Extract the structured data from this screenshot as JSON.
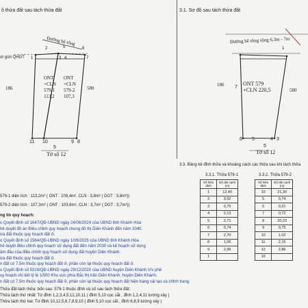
{
  "headers": {
    "left_title": "ồ thửa đất sau tách thửa đất",
    "right_title": "3.1. Sơ đồ sau tách thửa đất"
  },
  "left_plan": {
    "road_label": "Đường bê tông",
    "qhgt_label": "ơi giới QHGT",
    "neighbor_left": "186",
    "neighbor_right": "580",
    "parcel_1": {
      "use": "ONT",
      "use2": "+CLN",
      "number": "579-1",
      "area": "113,2"
    },
    "parcel_2": {
      "use": "ONT",
      "use2": "+CLN",
      "number": "579-2",
      "area": "107,3"
    },
    "top_points": [
      "2",
      "5",
      "6"
    ],
    "top_points_2": [
      "1",
      "3",
      "4",
      "7"
    ],
    "bottom_points": [
      "11",
      "10",
      "9",
      "8"
    ],
    "bottom_center": "5",
    "sheet": "Tờ số 12"
  },
  "right_plan": {
    "road_label": "Đường bê tông rộng 6,3m - 7m",
    "neighbor_left": "186",
    "neighbor_right": "580",
    "parcel": {
      "use": "ONT 579",
      "use2": "+CLN",
      "area": "220,5"
    },
    "top_point": "1",
    "mid_point": "7",
    "bottom_points": [
      "6",
      "5",
      "4",
      "3"
    ],
    "bottom_center": "5",
    "sheet": "Tờ số 12"
  },
  "coord_section": {
    "title": "3.3. Bảng kê đỉnh thửa và khoảng cách các thửa sau khi tách thửa",
    "table1": {
      "title": "3.3.1. Thửa 579-1",
      "col1": "Số hiệu đỉnh",
      "col2": "Độ dài cạnh (m)",
      "rows": [
        [
          "1",
          "12,40"
        ],
        [
          "2",
          "9,92"
        ],
        [
          "3",
          "0,75"
        ],
        [
          "4",
          "2,13"
        ],
        [
          "5",
          "2,71"
        ],
        [
          "6",
          "0,74"
        ],
        [
          "7",
          "2,70"
        ],
        [
          "8",
          "1,06"
        ],
        [
          "9",
          "2,99"
        ],
        [
          "1",
          ""
        ]
      ]
    },
    "table2": {
      "title": "3.3.2. Thửa 579-2",
      "col1": "Số hiệu đỉnh",
      "col2": "Độ dài cạnh (m)",
      "rows": [
        [
          "10",
          "21,30"
        ],
        [
          "5",
          "0,74"
        ],
        [
          "6",
          "0,21"
        ],
        [
          "7",
          "0,72"
        ],
        [
          "8",
          "20,23"
        ],
        [
          "9",
          "0,75"
        ],
        [
          "10",
          "1,02"
        ],
        [
          "11",
          "2,15"
        ],
        [
          "12",
          "2,86"
        ],
        [
          "10",
          ""
        ]
      ]
    }
  },
  "areas": {
    "line1": "579-1 diện tích : 113,2m² ( ONT : 109,4m², CLN : 3,8m² ( DGT : 3,8m²))",
    "line2": "579-2 diện tích : 107,3m² ( ONT : 103,6m², CLN : 3,7m² ( DGT : 3,7m²))"
  },
  "planning": {
    "title": "ng tin quy hoạch:",
    "lines": [
      "o Quyết định số 1647/QĐ-UBND ngày 24/06/2024 của UBND tỉnh Khánh Hòa",
      "hê duyệt đồ án Điều chỉnh quy hoạch chung đô thị Diên Khánh đến năm 2040.",
      "ừa đất thuộc quy hoạch đất ở.",
      "o Quyết định số 1564/QĐ-UBND ngày 10/6/2025 của UBND tỉnh Khánh Hòa",
      "hê duyệt điều chỉnh quy hoạch sử dụng đất đến năm 2030 và kế hoạch sử dụng",
      "ăm đầu của điều chỉnh quy hoạch sử dụng đất huyện Diên Khánh.",
      "ừa đất thuộc quy hoạch đất ở.",
      "n đất có 7,5m thuộc quy hoạch đất ở, phần còn lại thuộc quy hoạch đất ở.",
      "o Quyết định số 5319/QĐ-UBND ngày 29/12/2020 của UBND huyện Diên Khánh V/v phê",
      "uy hoạch chi tiết tỷ lệ 1/500 Khu vực phía Bắc thị trấn Diên Khánh, huyện Diên Khánh.",
      "n đất có 7,5m thuộc quy hoạch đất ở, phần còn lại thuộc quy hoạch đất hiện trạng cải tạo và chỉnh trang."
    ]
  },
  "footer": {
    "line1": "Thửa đất tách thửa: bốn sau: 579-1 thuộc đỉnh và số sau tách thửa đất:",
    "line2": "Thửa tách thứ nhất: Từ đỉnh 1,2,3,4,5,12,10,11 ( đỉnh 5,10 cọc sắt , đỉnh 1,2,4,11 tường xây )",
    "line3": "Thửa tách thứ hai: Từ đỉnh 10,12,5,6,7,8,9,10 ( đỉnh 5,10 cọc sắt , đỉnh 6,8,9 tường xây )"
  },
  "colors": {
    "ink": "#1a1a1a",
    "blue_ink": "#1d3fa3",
    "paper": "#f4f5f2",
    "red_mark": "#c0392b"
  }
}
